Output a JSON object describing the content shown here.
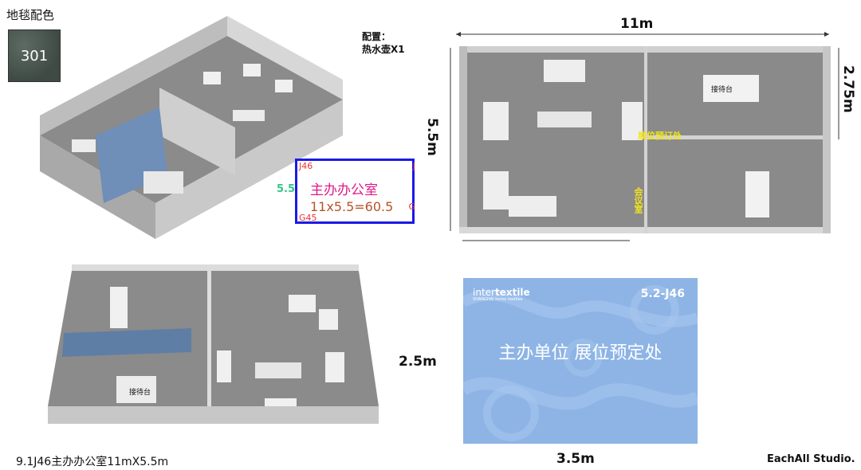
{
  "carpet": {
    "title": "地毯配色",
    "code": "301"
  },
  "config": {
    "label": "配置：",
    "item": "热水壶X1"
  },
  "plan_label": {
    "corner_tl": "J46",
    "corner_tr": "J",
    "corner_bl": "G45",
    "corner_br": "G",
    "side": "5.5",
    "name": "主办办公室",
    "area": "11x5.5=60.5"
  },
  "top_view": {
    "width": "11m",
    "depth": "5.5m",
    "room_depth": "2.75m",
    "reception_desk": "接待台",
    "booth_booking": "展位预订处",
    "meeting_room": "会议室"
  },
  "iso_view_2": {
    "reception_desk": "接待台"
  },
  "banner": {
    "brand_prefix": "inter",
    "brand_suffix": "textile",
    "brand_sub": "SHANGHAI home textiles",
    "booth_no": "5.2-J46",
    "title": "主办单位 展位预定处",
    "height": "2.5m",
    "width": "3.5m",
    "color": "#8db4e5"
  },
  "caption": "9.1J46主办办公室11mX5.5m",
  "studio": "EachAll Studio."
}
